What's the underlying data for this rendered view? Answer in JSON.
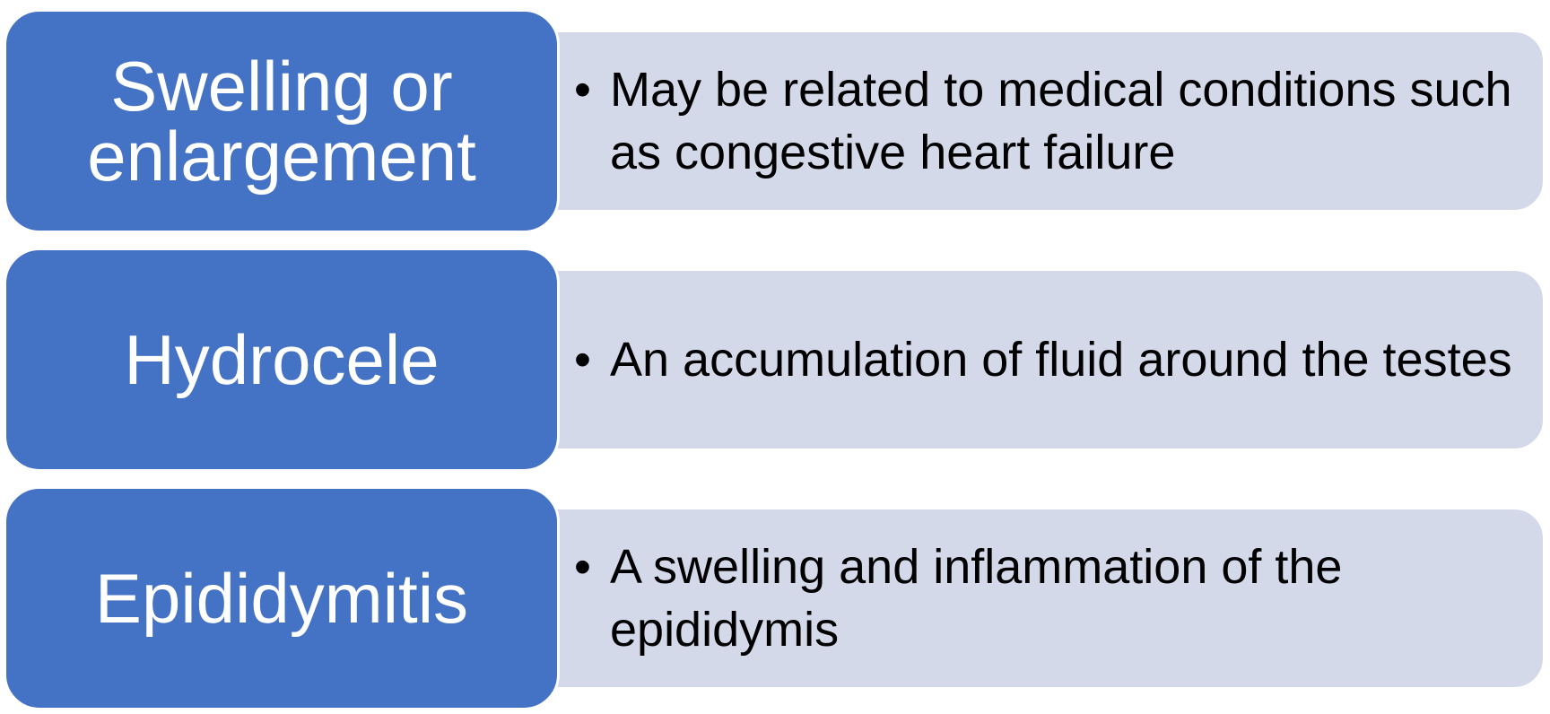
{
  "colors": {
    "label_fill": "#4472c4",
    "description_fill": "#d4d9ea",
    "label_text": "#ffffff",
    "description_text": "#000000"
  },
  "items": [
    {
      "label": "Swelling or enlargement",
      "bullet": "•",
      "description": "May be related to medical conditions such as congestive heart failure"
    },
    {
      "label": "Hydrocele",
      "bullet": "•",
      "description": "An accumulation of fluid around the testes"
    },
    {
      "label": "Epididymitis",
      "bullet": "•",
      "description": "A swelling and inflammation of the epididymis"
    }
  ]
}
